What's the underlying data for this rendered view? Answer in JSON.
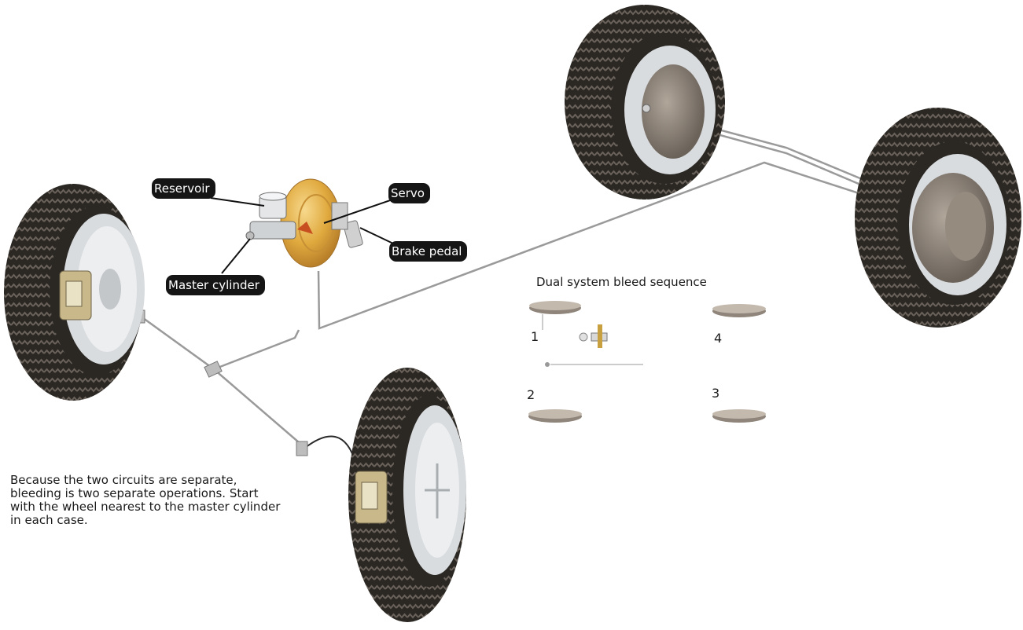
{
  "labels": {
    "reservoir": "Reservoir",
    "servo": "Servo",
    "brake_pedal": "Brake pedal",
    "master_cylinder": "Master cylinder"
  },
  "sequence": {
    "title": "Dual system bleed sequence",
    "steps": [
      "1",
      "2",
      "3",
      "4"
    ]
  },
  "note": "Because the two circuits are separate, bleeding is two separate operations. Start with the wheel nearest to the master cylinder in each case.",
  "colors": {
    "tyre": "#2b2824",
    "tread": "#514b44",
    "rim": "#d9dcdf",
    "hub": "#8a8178",
    "servo": "#e0a93e",
    "caliper": "#c9b98a",
    "pipe": "#9a9a9a",
    "callout_bg": "#151515"
  }
}
